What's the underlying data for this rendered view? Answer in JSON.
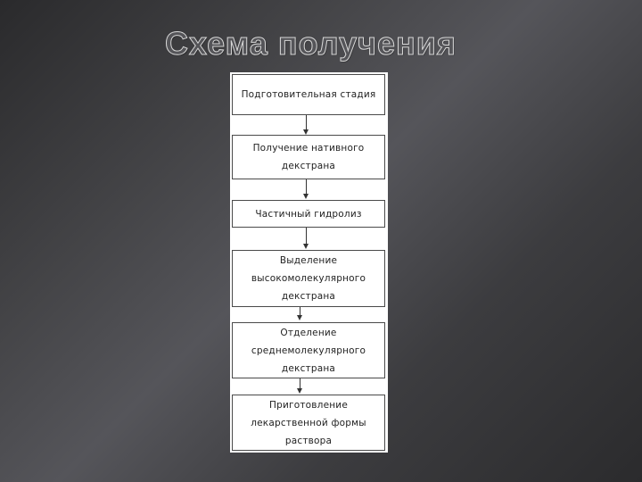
{
  "slide": {
    "title": "Схема получения"
  },
  "flow": {
    "steps": [
      {
        "label": "Подготовительная стадия"
      },
      {
        "label": "Получение нативного декстрана"
      },
      {
        "label": "Частичный гидролиз"
      },
      {
        "label": "Выделение высокомолекулярного декстрана"
      },
      {
        "label": "Отделение среднемолекулярного декстрана"
      },
      {
        "label": "Приготовление лекарственной формы раствора"
      }
    ]
  }
}
